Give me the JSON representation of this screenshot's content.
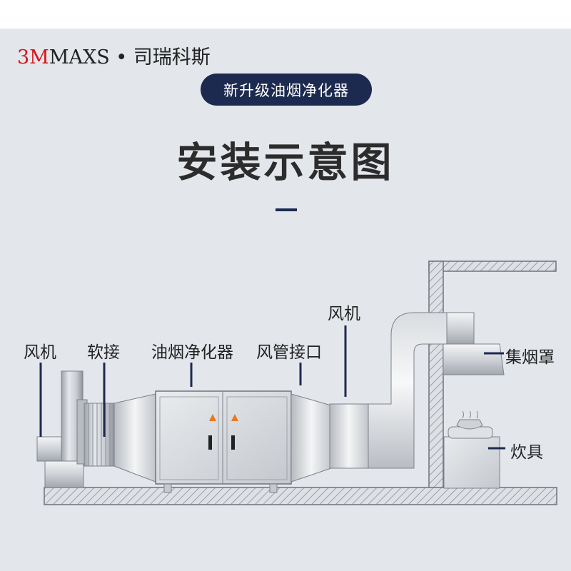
{
  "brand": {
    "part1": "3M",
    "part2": "MAXS",
    "part3": " • 司瑞科斯"
  },
  "subtitle_pill": "新升级油烟净化器",
  "title": "安装示意图",
  "labels": {
    "fan_left": "风机",
    "soft_joint": "软接",
    "purifier": "油烟净化器",
    "duct_interface": "风管接口",
    "fan_right": "风机",
    "hood": "集烟罩",
    "stove": "炊具"
  },
  "colors": {
    "accent": "#1d2a4f",
    "brand_red": "#d8141a",
    "background": "#e3e7ec"
  }
}
